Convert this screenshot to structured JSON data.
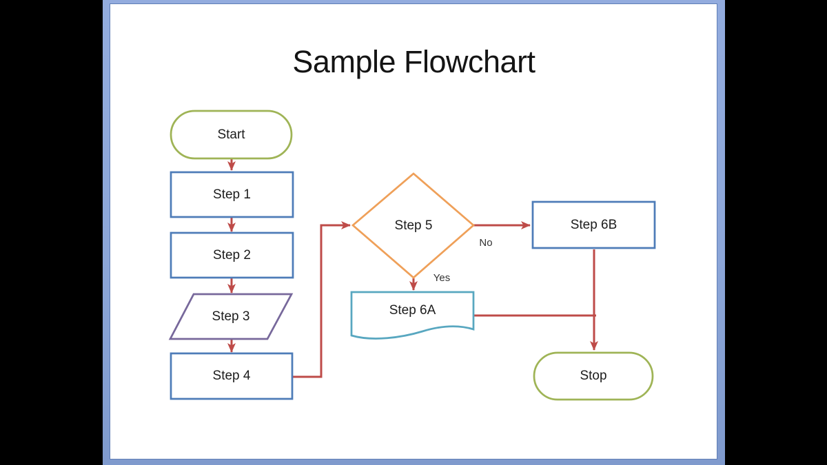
{
  "slide": {
    "title": "Sample Flowchart"
  },
  "colors": {
    "terminator": "#9FB456",
    "process": "#4E7CB8",
    "data_io": "#77689B",
    "decision": "#EFA059",
    "document": "#58A7C0",
    "arrow": "#BE4B48",
    "frame_blue": "#8CA6D8",
    "canvas_black": "#000000"
  },
  "nodes": [
    {
      "id": "start",
      "label": "Start",
      "shape": "terminator"
    },
    {
      "id": "step1",
      "label": "Step 1",
      "shape": "process"
    },
    {
      "id": "step2",
      "label": "Step 2",
      "shape": "process"
    },
    {
      "id": "step3",
      "label": "Step 3",
      "shape": "parallelogram"
    },
    {
      "id": "step4",
      "label": "Step 4",
      "shape": "process"
    },
    {
      "id": "step5",
      "label": "Step 5",
      "shape": "decision"
    },
    {
      "id": "step6a",
      "label": "Step 6A",
      "shape": "document"
    },
    {
      "id": "step6b",
      "label": "Step 6B",
      "shape": "process"
    },
    {
      "id": "stop",
      "label": "Stop",
      "shape": "terminator"
    }
  ],
  "edge_labels": {
    "no": "No",
    "yes": "Yes"
  }
}
